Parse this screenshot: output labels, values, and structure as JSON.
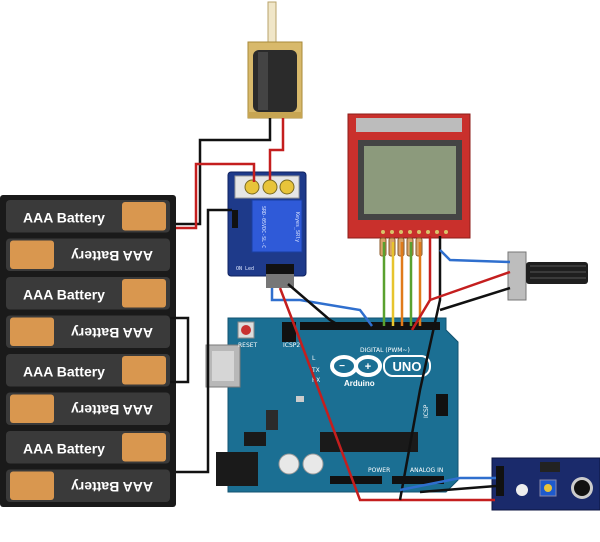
{
  "batteries": {
    "label": "AAA Battery",
    "count": 8,
    "colors": {
      "body": "#3a3a3a",
      "cap": "#d9974f",
      "holder": "#1a1a1a"
    }
  },
  "relay_module": {
    "board_label": "Keyes_SRly",
    "relay_text": "SRD-05VDC-SL-C",
    "led_label": "ON Led",
    "color": "#1e3a8a"
  },
  "arduino": {
    "brand": "Arduino",
    "model": "UNO",
    "reset_label": "RESET",
    "icsp_label": "ICSP",
    "icsp2_label": "ICSP2",
    "digital_label": "DIGITAL (PWM~)",
    "power_label": "POWER",
    "analog_label": "ANALOG IN",
    "tx_label": "TX",
    "rx_label": "RX",
    "l_label": "L",
    "color": "#1b6f93"
  },
  "lcd": {
    "color": "#c9302c",
    "screen": "#8c9a7c"
  },
  "potentiometer": {
    "color": "#222222"
  },
  "sound_sensor": {
    "color": "#1a2a6b"
  },
  "solenoid": {
    "color": "#2b2b2b",
    "bracket": "#d8b96b"
  },
  "wires": {
    "red": "#c41e1e",
    "black": "#111111",
    "blue": "#2f6fce",
    "green": "#59a12f",
    "orange": "#e07b1a",
    "yellow": "#e7c42e"
  }
}
